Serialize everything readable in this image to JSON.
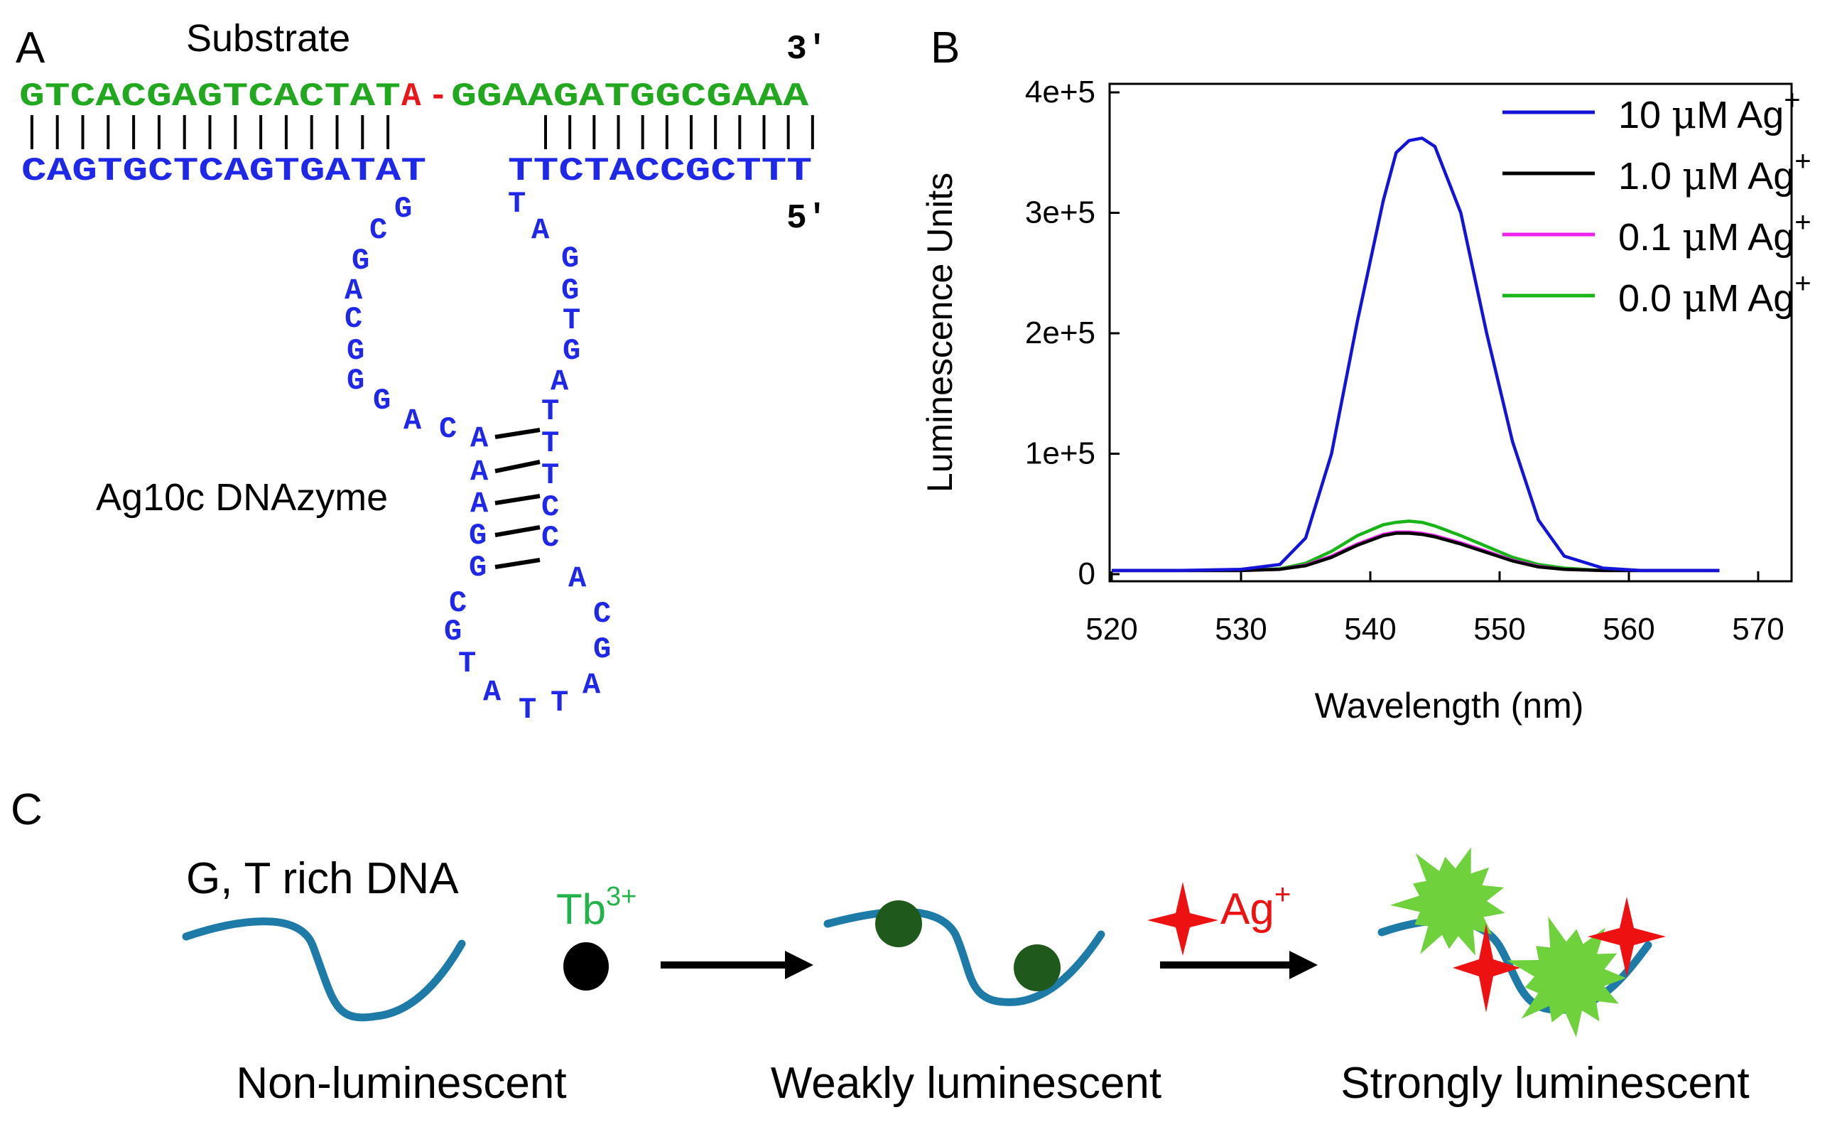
{
  "panel_a": {
    "label": "A",
    "substrate_label": "Substrate",
    "end_3prime": "3′",
    "end_5prime": "5′",
    "substrate_left": "GTCACGAGTCACTAT",
    "cleavage_base": "A",
    "cleavage_dash": "-",
    "substrate_right": "GGAAGATGGCGAAA",
    "enzyme_left": "CAGTGCTCAGTGATAT",
    "enzyme_right": "TTCTACCGCTTT",
    "left_loop": [
      "G",
      "C",
      "G",
      "A",
      "C",
      "G",
      "G",
      "G",
      "A",
      "C"
    ],
    "stem_left": [
      "A",
      "A",
      "A",
      "G",
      "G"
    ],
    "right_arm": [
      "T",
      "A",
      "G",
      "G",
      "T",
      "G",
      "A"
    ],
    "stem_right": [
      "T",
      "T",
      "T",
      "C",
      "C"
    ],
    "bottom_loop": [
      "C",
      "G",
      "T",
      "A",
      "T",
      "T",
      "A",
      "G",
      "C",
      "A"
    ],
    "enzyme_name": "Ag10c DNAzyme",
    "colors": {
      "substrate": "#22a81e",
      "cleavage": "#e8161b",
      "enzyme": "#1f28e8"
    }
  },
  "panel_b": {
    "label": "B",
    "ylabel": "Luminescence Units",
    "xlabel": "Wavelength (nm)",
    "unit_mu": "μ",
    "unit_M": "M Ag",
    "unit_sup": "+"
  },
  "chart_data": {
    "type": "line",
    "xlabel": "Wavelength (nm)",
    "ylabel": "Luminescence Units",
    "xlim": [
      520,
      570
    ],
    "ylim": [
      0,
      400000
    ],
    "xticks": [
      "520",
      "530",
      "540",
      "550",
      "560",
      "570"
    ],
    "yticks": [
      "0",
      "1e+5",
      "2e+5",
      "3e+5",
      "4e+5"
    ],
    "legend_position": "top-right",
    "x": [
      520,
      525,
      530,
      533,
      535,
      537,
      539,
      541,
      542,
      543,
      544,
      545,
      547,
      549,
      551,
      553,
      555,
      558,
      561,
      564,
      567
    ],
    "series": [
      {
        "name": "10  μM Ag+",
        "legend_value": "10 ",
        "color": "#1414d8",
        "values": [
          3000,
          3000,
          4000,
          8000,
          30000,
          100000,
          210000,
          310000,
          350000,
          360000,
          362000,
          355000,
          300000,
          200000,
          110000,
          45000,
          15000,
          5000,
          3000,
          3000,
          3000
        ]
      },
      {
        "name": "1.0 μM Ag+",
        "legend_value": "1.0",
        "color": "#000000",
        "values": [
          3000,
          3000,
          3000,
          4000,
          7000,
          14000,
          24000,
          32000,
          34000,
          34000,
          33000,
          31000,
          25000,
          18000,
          11000,
          6000,
          4000,
          3000,
          3000,
          3000,
          3000
        ]
      },
      {
        "name": "0.1 μM Ag+",
        "legend_value": "0.1",
        "color": "#ee22ee",
        "values": [
          3000,
          3000,
          3000,
          4000,
          7500,
          15000,
          25000,
          33000,
          35000,
          35000,
          34000,
          32000,
          26000,
          19000,
          11500,
          6500,
          4000,
          3000,
          3000,
          3000,
          3000
        ]
      },
      {
        "name": "0.0 μM Ag+",
        "legend_value": "0.0",
        "color": "#18b418",
        "values": [
          3000,
          3000,
          3000,
          4500,
          9000,
          19000,
          32000,
          41000,
          43000,
          44000,
          43000,
          40000,
          32000,
          23000,
          14000,
          8000,
          5000,
          3000,
          3000,
          3000,
          3000
        ]
      }
    ]
  },
  "panel_c": {
    "label": "C",
    "dna_label": "G, T rich DNA",
    "tb_label": "Tb",
    "tb_sup": "3+",
    "ag_label": "Ag",
    "ag_sup": "+",
    "caption_1": "Non-luminescent",
    "caption_2": "Weakly luminescent",
    "caption_3": "Strongly luminescent",
    "colors": {
      "dna": "#1e7ba8",
      "tb_free": "#000000",
      "tb_bound": "#1f5a1c",
      "ag": "#ee1111",
      "glow": "#6fd13b"
    }
  }
}
